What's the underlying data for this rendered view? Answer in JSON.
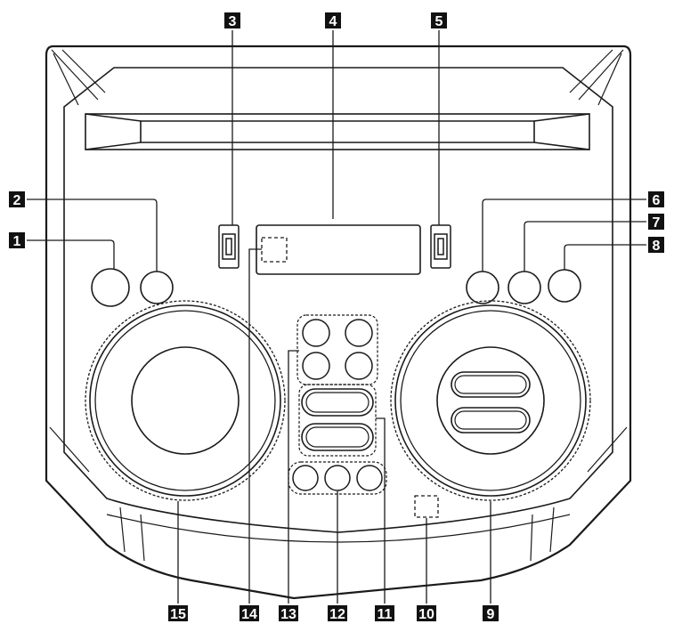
{
  "callouts": {
    "c1": "1",
    "c2": "2",
    "c3": "3",
    "c4": "4",
    "c5": "5",
    "c6": "6",
    "c7": "7",
    "c8": "8",
    "c9": "9",
    "c10": "10",
    "c11": "11",
    "c12": "12",
    "c13": "13",
    "c14": "14",
    "c15": "15"
  },
  "colors": {
    "outline": "#1a1a1a",
    "badge_fill": "#111111",
    "badge_text": "#ffffff",
    "background": "#ffffff"
  }
}
